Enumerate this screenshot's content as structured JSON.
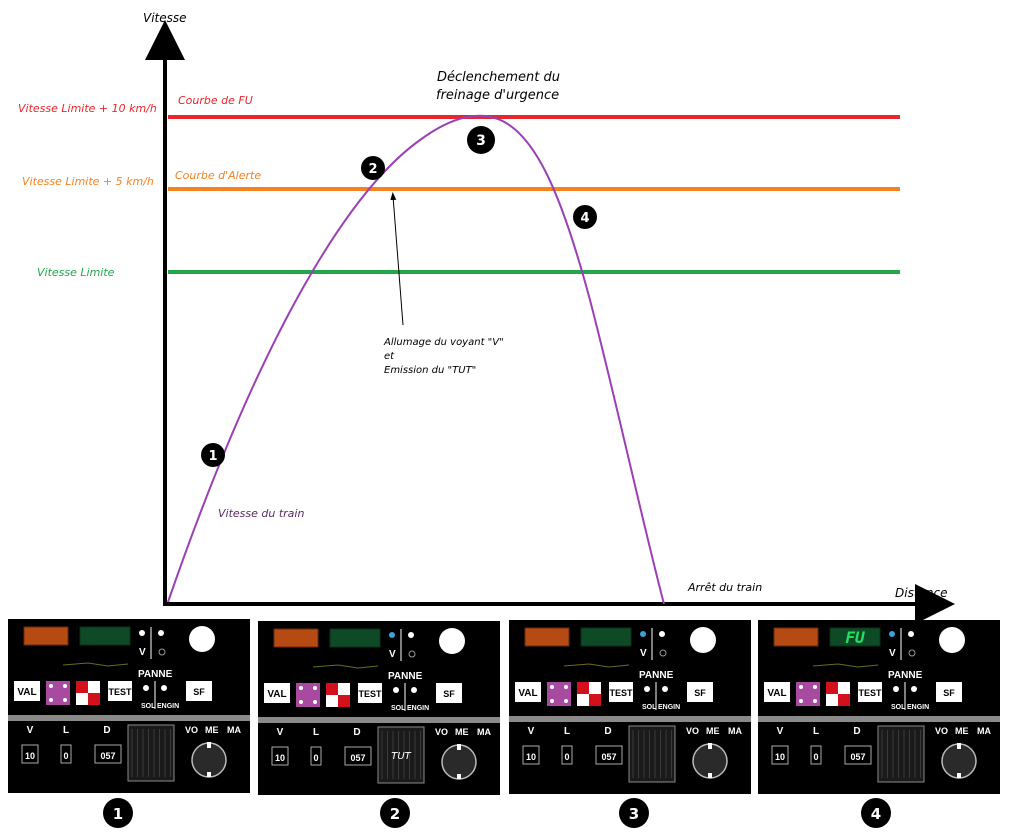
{
  "axes": {
    "y_label": "Vitesse",
    "x_label": "Distance"
  },
  "levels": [
    {
      "key": "fu",
      "label": "Vitesse Limite + 10 km/h",
      "curve_label": "Courbe de FU",
      "color": "#e8262b"
    },
    {
      "key": "alert",
      "label": "Vitesse Limite + 5 km/h",
      "curve_label": "Courbe d'Alerte",
      "color": "#f58220"
    },
    {
      "key": "limit",
      "label": "Vitesse Limite",
      "curve_label": "",
      "color": "#22a84a"
    }
  ],
  "curve": {
    "label": "Vitesse du train",
    "color": "#9b3fb5"
  },
  "annotations": {
    "emergency_line1": "Déclenchement du",
    "emergency_line2": "freinage d'urgence",
    "voyant_line1": "Allumage du voyant \"V\"",
    "voyant_line2": "et",
    "voyant_line3": "Emission du \"TUT\"",
    "stop": "Arrêt du train"
  },
  "markers": [
    "1",
    "2",
    "3",
    "4"
  ],
  "panel_labels": {
    "v": "V",
    "panne": "PANNE",
    "val": "VAL",
    "test": "TEST",
    "sf": "SF",
    "sol": "SOL",
    "engin": "ENGIN",
    "col_v": "V",
    "col_l": "L",
    "col_d": "D",
    "vo": "VO",
    "me": "ME",
    "ma": "MA",
    "val_v": "10",
    "val_l": "0",
    "val_d": "057"
  },
  "panels": [
    {
      "step": "1",
      "green_display": "",
      "v_lamp_on": false,
      "speaker_text": ""
    },
    {
      "step": "2",
      "green_display": "",
      "v_lamp_on": true,
      "speaker_text": "TUT"
    },
    {
      "step": "3",
      "green_display": "",
      "v_lamp_on": true,
      "speaker_text": ""
    },
    {
      "step": "4",
      "green_display": "FU",
      "v_lamp_on": true,
      "speaker_text": ""
    }
  ],
  "colors": {
    "panel_bg": "#000000",
    "orange_display": "#b54a12",
    "green_display": "#0e4a26",
    "lamp_blue": "#36a3d9",
    "pink": "#a84aa0",
    "checker_red": "#d3111c"
  }
}
